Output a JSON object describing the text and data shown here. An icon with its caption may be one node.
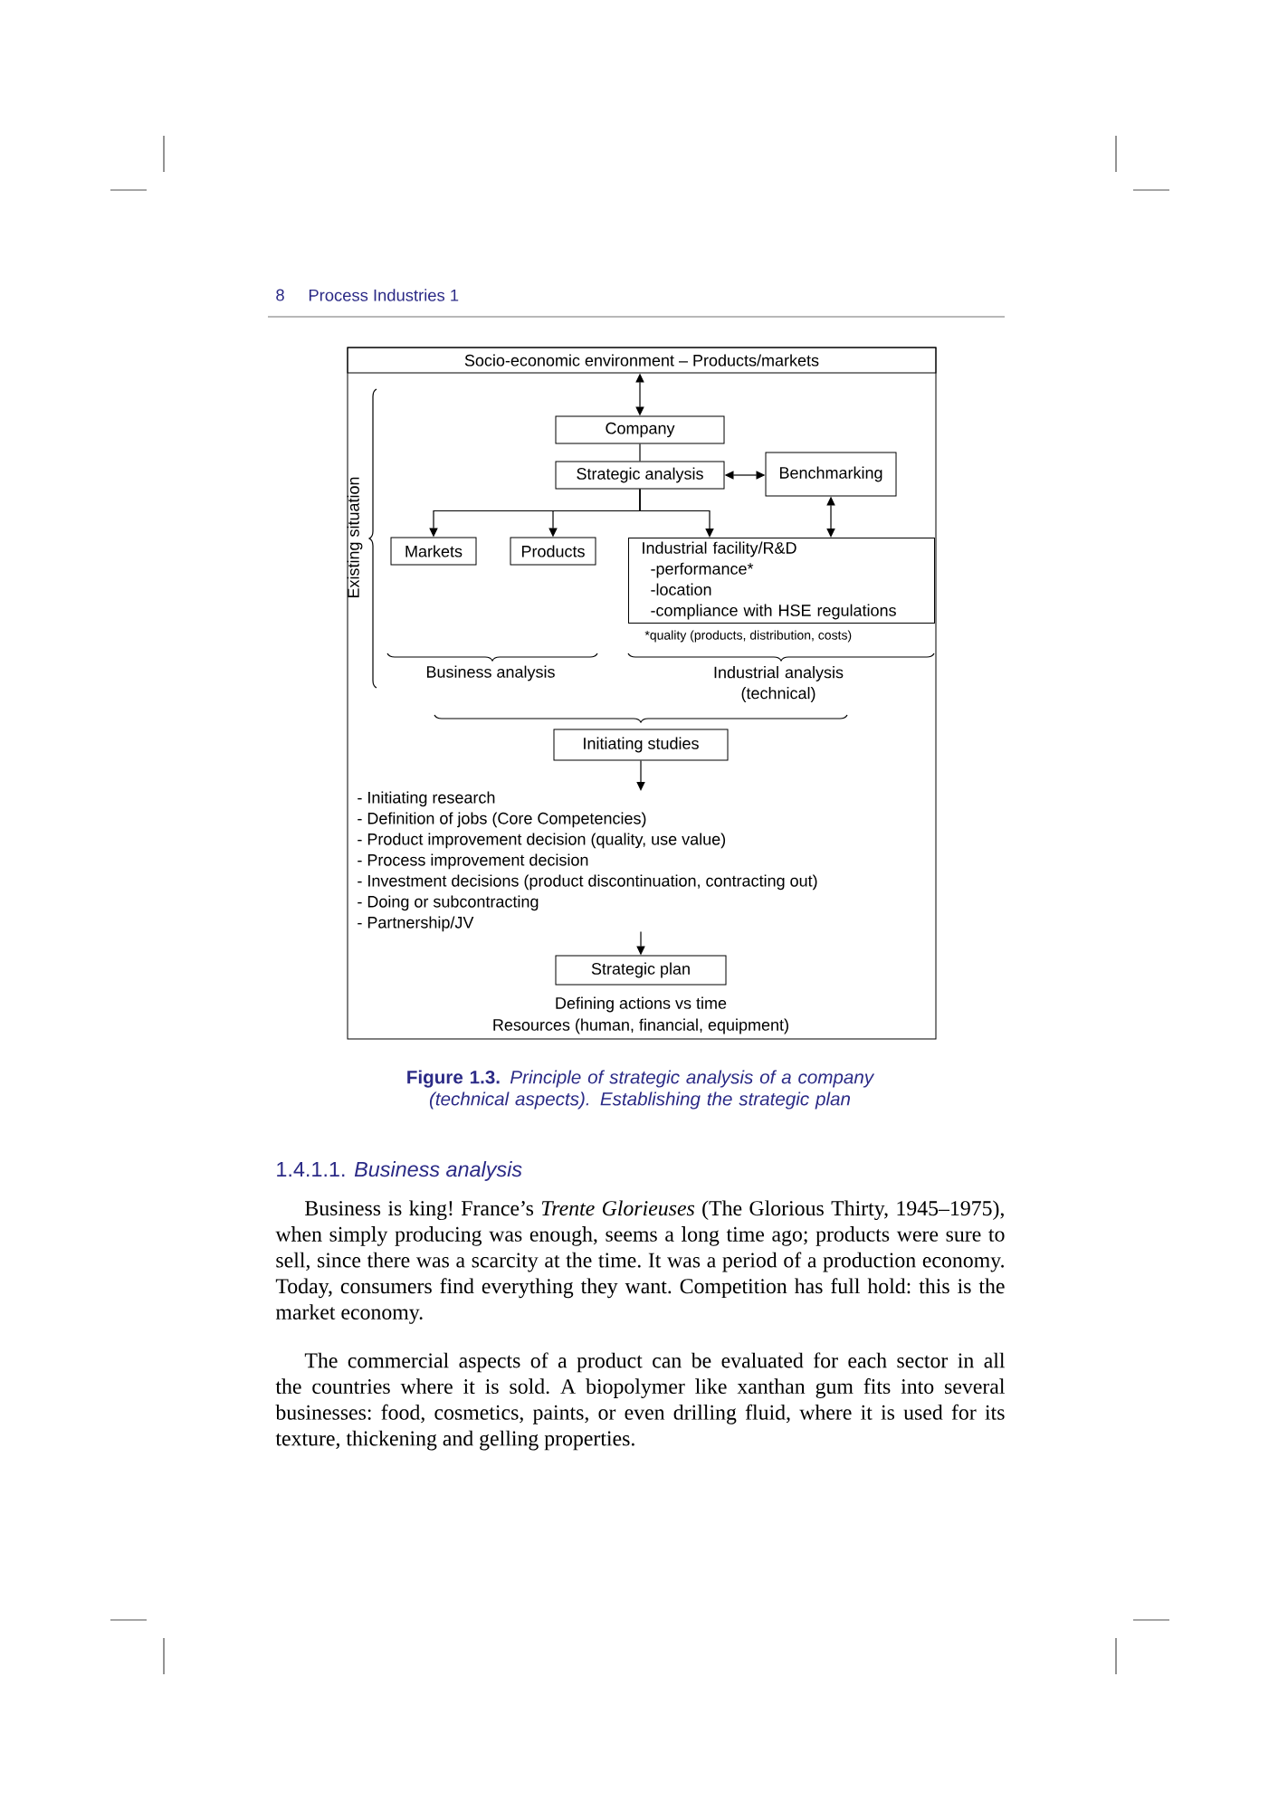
{
  "diagram": {
    "caption": "**Figure 1.3.** *Principle of strategic analysis of a company (technical aspects). Establishing the strategic plan*",
    "nodes": [
      {
        "text": [
          "Socio-economic environment – Products/markets"
        ]
      },
      {
        "text": [
          "Company"
        ]
      },
      {
        "text": [
          "Strategic analysis"
        ]
      },
      {
        "text": [
          "Benchmarking"
        ]
      },
      {
        "text": [
          "Markets"
        ]
      },
      {
        "text": [
          "Products"
        ]
      },
      {
        "text": [
          "Industrial facility/R&D",
          "-performance*",
          "-location",
          "-compliance with HSE regulations"
        ],
        "beside": [
          "*quality (products, distribution, costs)"
        ]
      },
      {
        "text": [
          "Initiating studies"
        ]
      },
      {
        "text": [
          "- Initiating research",
          "- Definition of jobs (Core Competencies)",
          "- Product improvement decision (quality, use value)",
          "- Process improvement decision",
          "- Investment decisions (product discontinuation, contracting out)",
          "- Doing or subcontracting",
          "- Partnership/JV"
        ]
      },
      {
        "text": [
          "Strategic plan"
        ],
        "beside": [
          "Defining actions vs time",
          "Resources (human, financial, equipment)"
        ]
      }
    ],
    "edges": [
      {
        "from": 0,
        "to": 1,
        "arrow": "both"
      },
      {
        "from": 1,
        "to": 2,
        "arrow": "none"
      },
      {
        "from": 2,
        "to": 3,
        "arrow": "both"
      },
      {
        "from": 3,
        "to": 6,
        "arrow": "both"
      },
      {
        "from": 2,
        "to": 4,
        "arrow": "to"
      },
      {
        "from": 2,
        "to": 5,
        "arrow": "to"
      },
      {
        "from": 2,
        "to": 6,
        "arrow": "to"
      },
      {
        "from": 7,
        "to": 8,
        "arrow": "to"
      },
      {
        "from": 8,
        "to": 9,
        "arrow": "to"
      }
    ],
    "labels": [
      "8",
      "Process Industries 1",
      "Existing situation",
      "Business analysis",
      "Industrial analysis (technical)",
      "1.4.1.1. *Business analysis*",
      "Business is king! France’s *Trente Glorieuses* (The Glorious Thirty, 1945–1975), when simply producing was enough, seems a long time ago; products were sure to sell, since there was a scarcity at the time. It was a period of a production economy. Today, consumers find everything they want. Competition has full hold: this is the market economy.",
      "The commercial aspects of a product can be evaluated for each sector in all the countries where it is sold. A biopolymer like xanthan gum fits into several businesses: food, cosmetics, paints, or even drilling fluid, where it is used for its texture, thickening and gelling properties."
    ]
  }
}
